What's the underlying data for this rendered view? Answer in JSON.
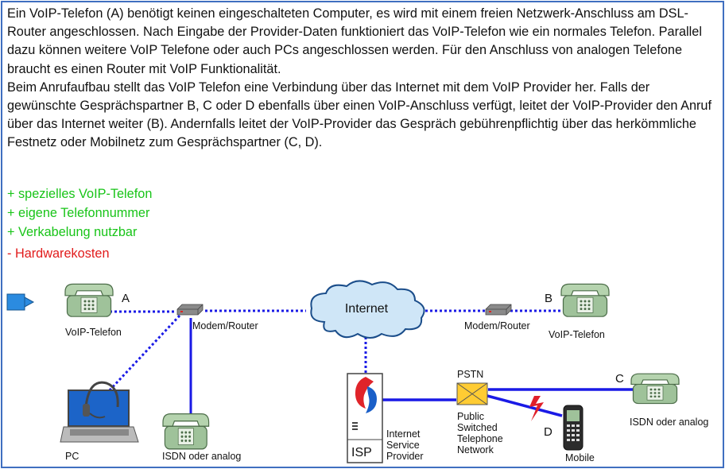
{
  "paragraph1": "Ein VoIP-Telefon (A) benötigt keinen eingeschalteten Computer, es wird mit einem freien Netzwerk-Anschluss am DSL- Router angeschlossen. Nach Eingabe der Provider-Daten funktioniert das VoIP-Telefon wie ein normales Telefon. Parallel dazu können weitere VoIP Telefone oder auch PCs angeschlossen werden. Für den Anschluss von analogen Telefone braucht es einen Router mit VoIP Funktionalität.",
  "paragraph2": "Beim Anrufaufbau stellt das VoIP Telefon eine Verbindung über das Internet mit dem VoIP Provider her. Falls der gewünschte Gesprächspartner B, C oder D ebenfalls über einen VoIP-Anschluss verfügt, leitet der VoIP-Provider den Anruf über das Internet weiter (B). Andernfalls leitet der VoIP-Provider das Gespräch gebührenpflichtig über das herkömmliche Festnetz oder Mobilnetz zum Gesprächspartner (C, D).",
  "pros": [
    "+ spezielles VoIP-Telefon",
    "+ eigene Telefonnummer",
    "+ Verkabelung nutzbar"
  ],
  "cons": [
    "- Hardwarekosten"
  ],
  "colors": {
    "frame": "#3f6fc0",
    "pro": "#18c418",
    "con": "#e11b1b",
    "link": "#1a1ae6",
    "phone": "#9fc29a"
  },
  "diagram": {
    "letter_a": "A",
    "letter_b": "B",
    "letter_c": "C",
    "letter_d": "D",
    "voip_phone_a": "VoIP-Telefon",
    "modem_left": "Modem/Router",
    "internet": "Internet",
    "modem_right": "Modem/Router",
    "voip_phone_b": "VoIP-Telefon",
    "pc": "PC",
    "isdn_left": "ISDN oder analog",
    "isp_label": "ISP",
    "isp_name": [
      "Internet",
      "Service",
      "Provider"
    ],
    "pstn": "PSTN",
    "pstn_name": [
      "Public",
      "Switched",
      "Telephone",
      "Network"
    ],
    "isdn_right": "ISDN oder analog",
    "mobile": "Mobile"
  }
}
